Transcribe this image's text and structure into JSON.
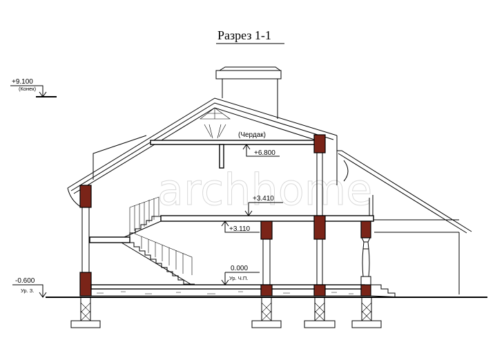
{
  "drawing": {
    "title": "Разрез 1-1",
    "watermark": "archhome",
    "levels": {
      "ridge": {
        "value": "+9.100",
        "note": "(Конек)"
      },
      "attic_floor": {
        "value": "+6.800",
        "room": "(Чердак)"
      },
      "second_floor_top": {
        "value": "+3.410"
      },
      "second_floor_bottom": {
        "value": "+3.110"
      },
      "ground_floor": {
        "value": "0.000",
        "note": "Ур. Ч.П."
      },
      "ground": {
        "value": "-0.600",
        "note": "Ур. З."
      }
    },
    "colors": {
      "line": "#000000",
      "brick": "#7a2418",
      "background": "#ffffff",
      "watermark": "#d9d9d9"
    }
  }
}
